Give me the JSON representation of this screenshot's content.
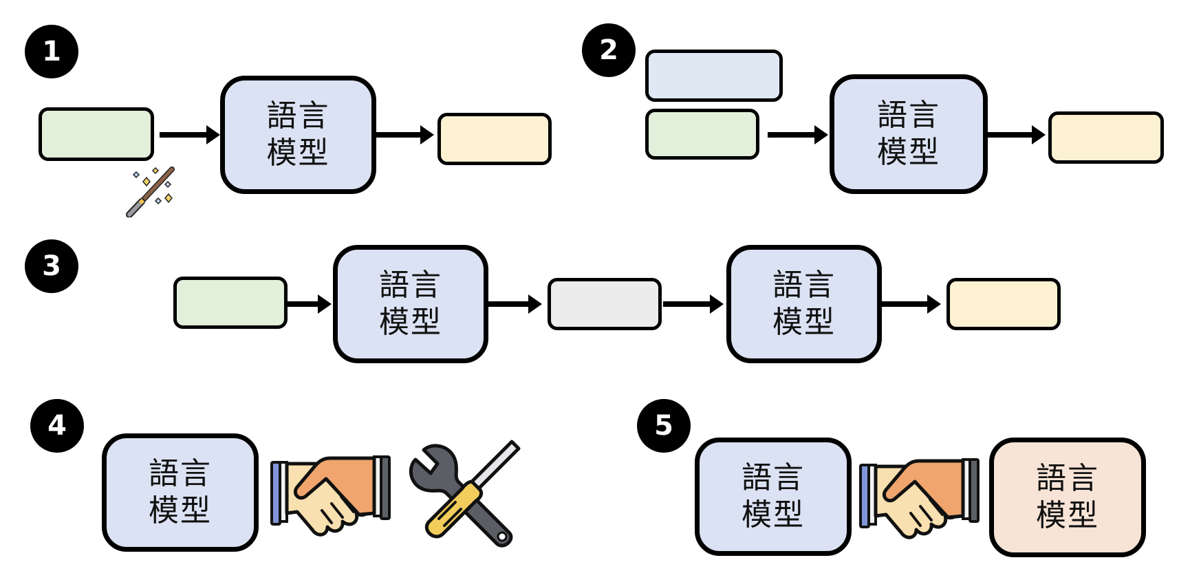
{
  "figure": {
    "description": "Five numbered panels illustrating ways of using a language model",
    "model_label_line1": "語言",
    "model_label_line2": "模型"
  },
  "panels": [
    {
      "number": "1",
      "elements": [
        "input-box (green)",
        "magic-wand-icon",
        "language-model",
        "output-box (yellow)"
      ]
    },
    {
      "number": "2",
      "elements": [
        "context-box (light blue)",
        "input-box (green)",
        "language-model",
        "output-box (yellow)"
      ]
    },
    {
      "number": "3",
      "elements": [
        "input-box (green)",
        "language-model",
        "intermediate-box (gray)",
        "language-model",
        "output-box (yellow)"
      ]
    },
    {
      "number": "4",
      "elements": [
        "language-model",
        "handshake-icon",
        "tools-icon"
      ]
    },
    {
      "number": "5",
      "elements": [
        "language-model",
        "handshake-icon",
        "language-model (peach)"
      ]
    }
  ],
  "colors": {
    "model_fill": "#dbe2f3",
    "model_alt_fill": "#f7e4d7",
    "input_fill": "#e2efdb",
    "output_fill": "#fcf2d2",
    "context_fill": "#dfe9f4",
    "intermediate_fill": "#ececec",
    "stroke": "#000000"
  }
}
